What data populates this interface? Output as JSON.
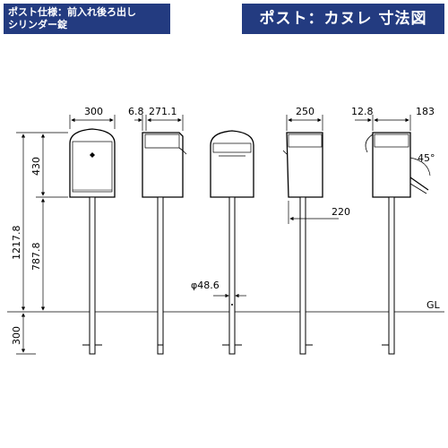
{
  "header": {
    "spec_line1": "ポスト仕様：前入れ後ろ出し",
    "spec_line2": "シリンダー錠",
    "title": "ポスト：カヌレ 寸法図"
  },
  "dimensions": {
    "width": "300",
    "depth_front": "6.8",
    "depth_main": "271.1",
    "side_width": "250",
    "offset_top": "12.8",
    "side_depth": "183",
    "body_height": "430",
    "total_height": "1217.8",
    "post_height": "787.8",
    "post_offset": "220",
    "pipe_diameter": "φ48.6",
    "buried_depth": "300",
    "angle": "45°",
    "ground": "GL"
  }
}
